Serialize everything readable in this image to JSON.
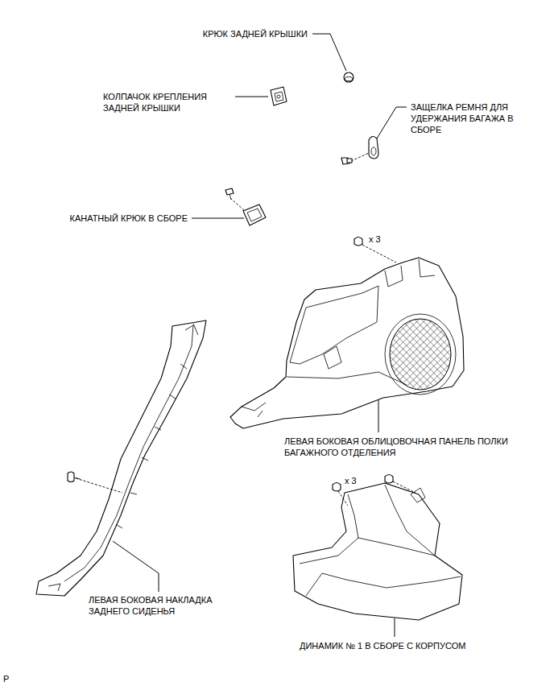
{
  "diagram": {
    "labels": [
      "КРЮК ЗАДНЕЙ КРЫШКИ",
      "КОЛПАЧОК КРЕПЛЕНИЯ ЗАДНЕЙ КРЫШКИ",
      "ЗАЩЕЛКА РЕМНЯ ДЛЯ УДЕРЖАНИЯ БАГАЖА В СБОРЕ",
      "КАНАТНЫЙ КРЮК В СБОРЕ",
      "x 3",
      "ЛЕВАЯ БОКОВАЯ ОБЛИЦОВОЧНАЯ ПАНЕЛЬ ПОЛКИ БАГАЖНОГО ОТДЕЛЕНИЯ",
      "ЛЕВАЯ БОКОВАЯ НАКЛАДКА ЗАДНЕГО СИДЕНЬЯ",
      "x 3",
      "ДИНАМИК № 1 В СБОРЕ С КОРПУСОМ",
      "P"
    ]
  }
}
